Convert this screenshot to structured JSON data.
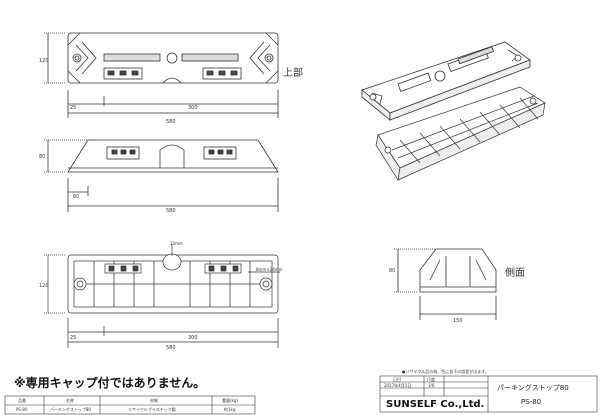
{
  "labels": {
    "top_view": "上部",
    "side_view": "側面"
  },
  "dimensions": {
    "top_height": "120",
    "top_offset": "25",
    "top_inner": "300",
    "top_total": "580",
    "front_height": "80",
    "front_offset": "60",
    "front_total": "580",
    "bottom_hole": "10mm",
    "bottom_slot": "8mm×24mm",
    "bottom_height": "120",
    "bottom_offset": "25",
    "bottom_inner": "300",
    "bottom_total": "580",
    "side_height": "80",
    "side_width": "150"
  },
  "notice": "※専用キャップ付ではありません。",
  "recycle_note": "●リサイクル品の為、色に若干の誤差が出ます。",
  "bottom_table": {
    "headers": [
      "品番",
      "名称",
      "材質",
      "重量(kg)"
    ],
    "values": [
      "PS-80",
      "パーキングストップ80",
      "リサイクルプラスチック製",
      "約1kg"
    ]
  },
  "title_block": {
    "date_label": "日付",
    "date_value": "2017年4月1日",
    "scale_label": "尺度",
    "scale_value": "1/6",
    "company": "SUNSELF Co.,Ltd.",
    "product_name": "パーキングストップ80",
    "product_code": "PS-80"
  }
}
